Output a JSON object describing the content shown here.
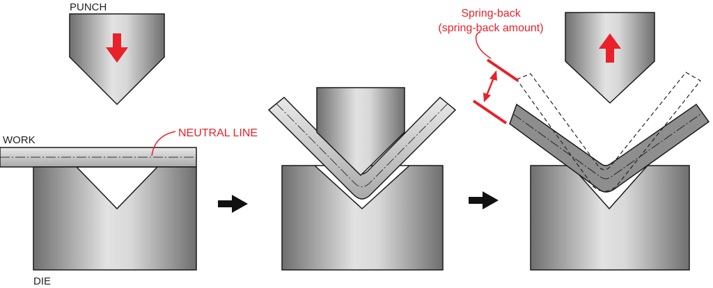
{
  "labels": {
    "punch": "PUNCH",
    "work": "WORK",
    "neutral_line": "NEUTRAL LINE",
    "die": "DIE",
    "spring_back": "Spring-back",
    "spring_back_amount": "(spring-back amount)"
  },
  "colors": {
    "accent_red": "#e8212a",
    "metal_dark": "#6f6f6f",
    "metal_light": "#dcdcdc",
    "work_light": "#cfcfcf",
    "work_dark": "#8e8e8e",
    "outline": "#1a1a1a",
    "flow_arrow": "#111111"
  },
  "icons": {
    "punch_down": "arrow-down-icon",
    "punch_up": "arrow-up-icon",
    "step_arrow": "arrow-right-icon",
    "spring_back_range": "double-arrow-icon"
  }
}
